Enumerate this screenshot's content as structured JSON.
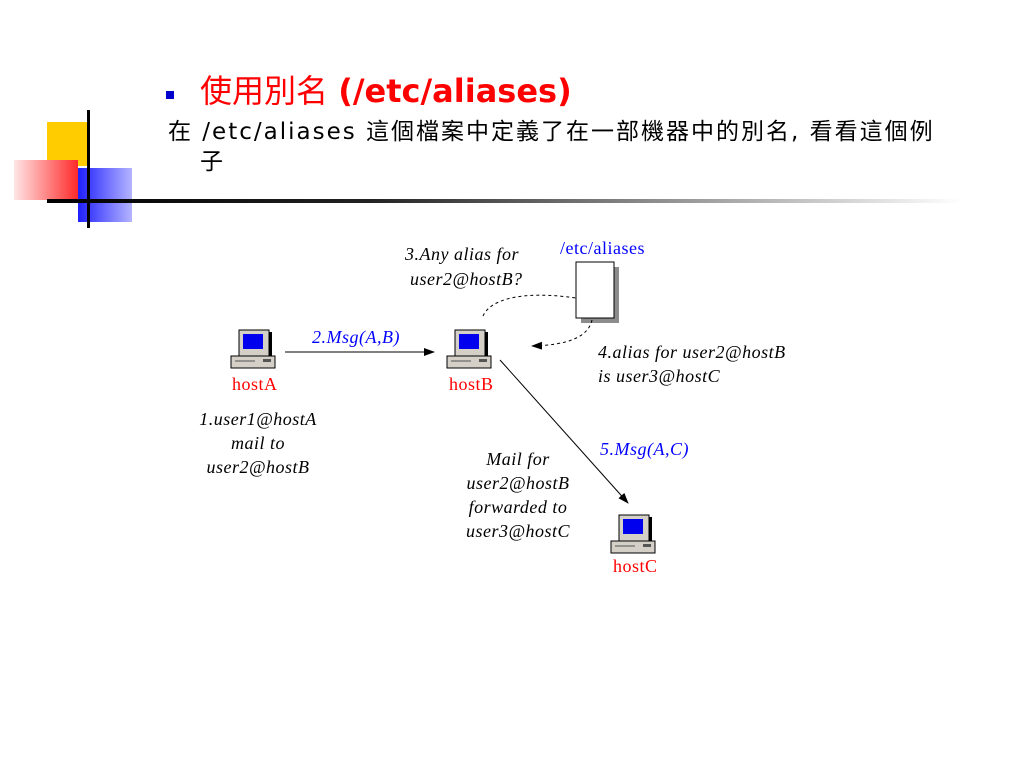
{
  "slide": {
    "title": {
      "prefix": "使用別名",
      "suffix": "(/etc/aliases)"
    },
    "body": {
      "line1": "在 /etc/aliases 這個檔案中定義了在一部機器中的別名, 看看這個例",
      "line2": "子"
    }
  },
  "diagram": {
    "file_label": "/etc/aliases",
    "hosts": {
      "a": "hostA",
      "b": "hostB",
      "c": "hostC"
    },
    "step1": [
      "1.user1@hostA",
      "mail to",
      "user2@hostB"
    ],
    "step2": "2.Msg(A,B)",
    "step3": [
      "3.Any alias for",
      "user2@hostB?"
    ],
    "step4": [
      "4.alias for user2@hostB",
      "is user3@hostC"
    ],
    "step5": "5.Msg(A,C)",
    "forward_note": [
      "Mail for",
      "user2@hostB",
      "forwarded to",
      "user3@hostC"
    ]
  },
  "icons": {
    "bullet": "square-bullet-icon",
    "host": "computer-icon",
    "file": "document-icon"
  },
  "colors": {
    "title": "#ff0000",
    "bullet": "#0000cc",
    "step_labels": "#0000ff",
    "host_labels": "#ff0000",
    "deco_yellow": "#ffcc00",
    "deco_red": "#ff2a2a",
    "deco_blue": "#1f1fff"
  }
}
